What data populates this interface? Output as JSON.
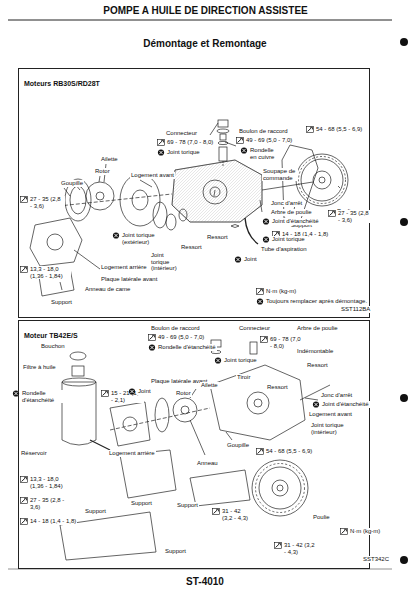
{
  "diagram": {
    "title": "POMPE A HUILE DE DIRECTION ASSISTEE",
    "nodes": [
      {
        "text": [
          "Moteurs RB30S/RD28T"
        ]
      },
      {
        "text": [
          "Moteur TB42E/S"
        ]
      }
    ],
    "labels": [
      "Démontage et Remontage",
      "Boulon de raccord",
      "49 - 69 (5,0 - 7,0)",
      "Rondelle en cuivre",
      "54 - 68 (5,5 - 6,9)",
      "Connecteur",
      "69 - 78 (7,0 - 8,0)",
      "Joint torique",
      "Soupape de commande",
      "Poulie",
      "Ailette",
      "Rotor",
      "Goupille",
      "27 - 35 (2,8 - 3,6)",
      "Logement avant",
      "Ressort",
      "Support",
      "27 - 35 (2,8 - 3,6)",
      "Jonc d'arrêt",
      "Arbre de poulie",
      "Joint d'étanchéité",
      "14 - 18 (1,4 - 1,8)",
      "Joint torique",
      "Joint",
      "Ressort",
      "Joint torique (extérieur)",
      "Joint torique (intérieur)",
      "Plaque latérale avant",
      "Tube d'aspiration",
      "13,3 - 18,0 (1,36 - 1,84)",
      "Logement arrière",
      "Anneau de came",
      "Support",
      "SST112BA",
      "Boulon de raccord",
      "49 - 69 (5,0 - 7,0)",
      "Rondelle d'étanchéité",
      "Connecteur",
      "69 - 78 (7,0 - 8,0)",
      "Arbre de poulie",
      "Indémontable",
      "Joint torique",
      "Ressort",
      "Tiroir",
      "Bouchon",
      "Filtre à huile",
      "Plaque latérale avant",
      "Ressort",
      "Rondelle d'étanchéité",
      "15 - 21 (1,6 - 2,1)",
      "Ailette",
      "Rotor",
      "Jonc d'arrêt",
      "Joint d'étanchéité",
      "Logement avant",
      "Joint",
      "Joint torique (intérieur)",
      "Logement arrière",
      "Goupille",
      "Réservoir",
      "Anneau",
      "54 - 68 (5,5 - 6,9)",
      "Support",
      "13,3 - 18,0 (1,36 - 1,84)",
      "Support",
      "31 - 42 (3,2 - 4,3)",
      "27 - 35 (2,8 - 3,6)",
      "Support",
      "14 - 18 (1,4 - 1,8)",
      "Poulie",
      "Support",
      "31 - 42 (3,2 - 4,3)",
      "SST342C",
      "ST-4010"
    ],
    "legend": [
      {
        "text": "N·m (kg-m)"
      },
      {
        "text": "Toujours remplacer après démontage."
      },
      {
        "text": "N·m (kg-m)"
      }
    ]
  }
}
